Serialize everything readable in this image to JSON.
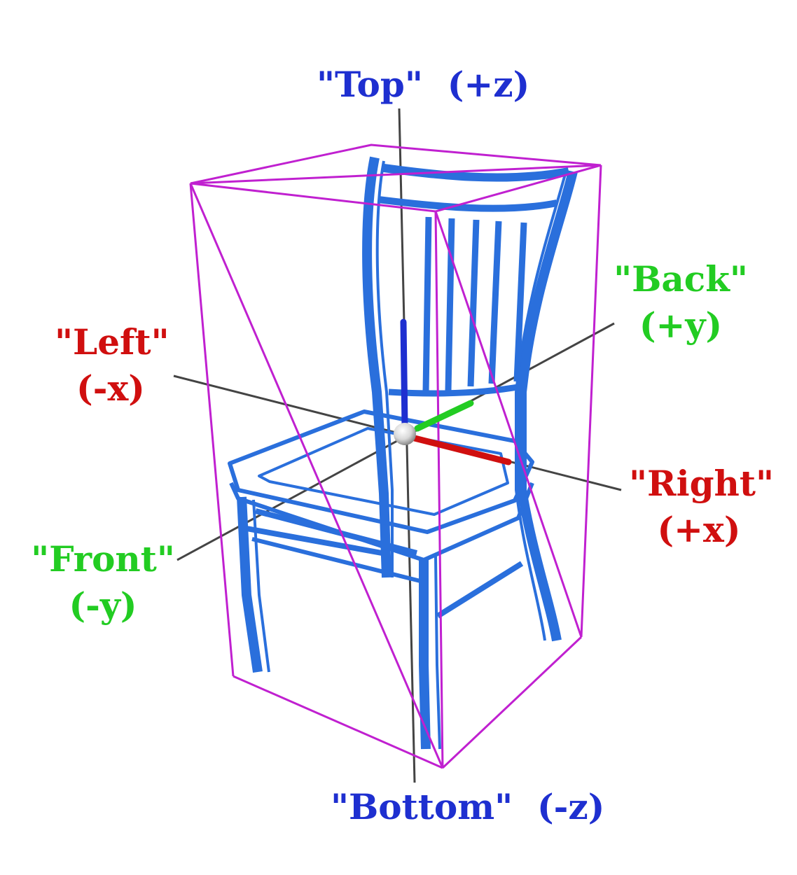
{
  "labels": {
    "top": {
      "name": "\"Top\"",
      "axis": "(+z)"
    },
    "bottom": {
      "name": "\"Bottom\"",
      "axis": "(-z)"
    },
    "left": {
      "name": "\"Left\"",
      "axis": "(-x)"
    },
    "right": {
      "name": "\"Right\"",
      "axis": "(+x)"
    },
    "back": {
      "name": "\"Back\"",
      "axis": "(+y)"
    },
    "front": {
      "name": "\"Front\"",
      "axis": "(-y)"
    }
  },
  "colors": {
    "z_axis": "#1e2fd0",
    "x_axis": "#d00f0f",
    "y_axis": "#22cc22",
    "bounding_box": "#c020d0",
    "mesh": "#2a6fdc",
    "axis_lines": "#444444"
  },
  "objects": {
    "model": "chair-wireframe",
    "box": "bounding-box",
    "origin": "origin-sphere"
  }
}
